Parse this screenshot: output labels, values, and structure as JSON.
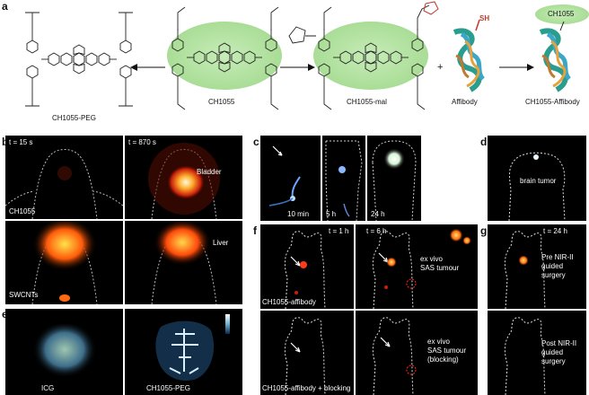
{
  "panel_letters": {
    "a": "a",
    "b": "b",
    "c": "c",
    "d": "d",
    "e": "e",
    "f": "f",
    "g": "g"
  },
  "panel_a": {
    "compounds": [
      "CH1055-PEG",
      "CH1055",
      "CH1055-mal",
      "Affibody",
      "CH1055-Affibody"
    ],
    "plus_sign": "+",
    "sh_label": "SH",
    "tag_label": "CH1055"
  },
  "panel_b": {
    "t1": "t = 15 s",
    "t2": "t = 870 s",
    "bladder": "Bladder",
    "liver": "Liver",
    "ch1055": "CH1055",
    "swcnts": "SWCNTs"
  },
  "panel_c": {
    "times": [
      "10 min",
      "5 h",
      "24 h"
    ]
  },
  "panel_d": {
    "label": "brain tumor"
  },
  "panel_e": {
    "icg": "ICG",
    "peg": "CH1055-PEG"
  },
  "panel_f": {
    "t1": "t = 1 h",
    "t2": "t = 6 h",
    "affibody": "CH1055-affibody",
    "blocking": "CH1055-affibody + blocking",
    "exvivo1": "ex vivo\nSAS tumour",
    "exvivo2": "ex vivo\nSAS tumour\n(blocking)"
  },
  "panel_g": {
    "t": "t = 24 h",
    "pre": "Pre NIR-II\nguided\nsurgery",
    "post": "Post NIR-II\nguided\nsurgery"
  },
  "colors": {
    "green_halo": "#b8e6a8",
    "hot": "#ffb030",
    "blue": "#9fd0ff"
  }
}
